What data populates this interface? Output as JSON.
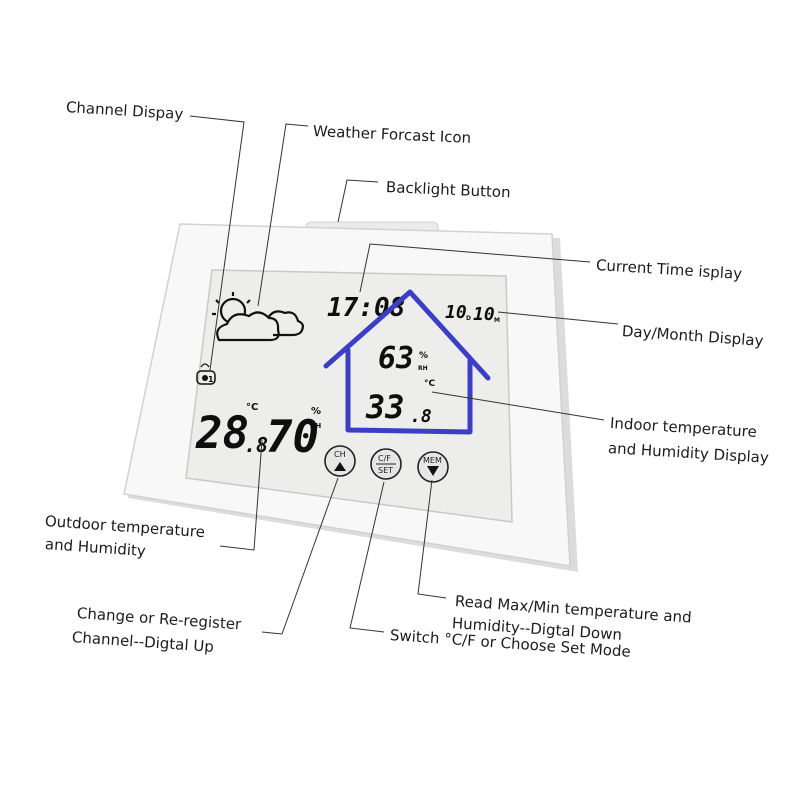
{
  "labels": {
    "channel_display": "Channel Dispay",
    "weather_forecast_icon": "Weather Forcast Icon",
    "backlight_button": "Backlight Button",
    "current_time": "Current Time isplay",
    "day_month": "Day/Month Display",
    "indoor_line1": "Indoor temperature",
    "indoor_line2": "and Humidity Display",
    "outdoor_line1": "Outdoor temperature",
    "outdoor_line2": "and Humidity",
    "read_line1": "Read Max/Min temperature and",
    "read_line2": "Humidity--Digtal Down",
    "change_line1": "Change or Re-register",
    "change_line2": "Channel--Digtal Up",
    "switch_line": "Switch °C/F or Choose Set Mode"
  },
  "display": {
    "time": "17:08",
    "day": "10",
    "day_unit": "D",
    "month": "10",
    "month_unit": "M",
    "indoor_humidity": "63",
    "humidity_unit": "%",
    "rh_unit": "RH",
    "indoor_temp_int": "33",
    "indoor_temp_dec": ".8",
    "temp_unit": "°C",
    "outdoor_temp_int": "28",
    "outdoor_temp_dec": ".8",
    "outdoor_humidity": "70",
    "channel_number": "1"
  },
  "buttons": {
    "ch_label": "CH",
    "cf_label": "C/F",
    "set_label": "SET",
    "mem_label": "MEM"
  },
  "colors": {
    "house_outline": "#3a3fc4",
    "lcd_background": "#eeeeec",
    "device_body": "#f7f7f7"
  }
}
